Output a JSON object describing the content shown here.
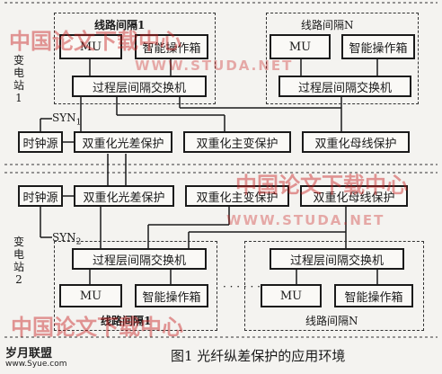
{
  "substation1": {
    "label": "变电站1",
    "bay1": {
      "title": "线路间隔1",
      "mu": "MU",
      "ied": "智能操作箱",
      "switch": "过程层间隔交换机"
    },
    "bayN": {
      "title": "线路间隔N",
      "mu": "MU",
      "ied": "智能操作箱",
      "switch": "过程层间隔交换机"
    },
    "syn": "SYN",
    "syn_sub": "1",
    "clock": "时钟源",
    "prot_line": "双重化光差保护",
    "prot_trans": "双重化主变保护",
    "prot_bus": "双重化母线保护"
  },
  "substation2": {
    "label": "变电站2",
    "clock": "时钟源",
    "prot_line": "双重化光差保护",
    "prot_trans": "双重化主变保护",
    "prot_bus": "双重化母线保护",
    "syn": "SYN",
    "syn_sub": "2",
    "bay1": {
      "title": "线路间隔1",
      "mu": "MU",
      "ied": "智能操作箱",
      "switch": "过程层间隔交换机"
    },
    "bayN": {
      "title": "线路间隔N",
      "mu": "MU",
      "ied": "智能操作箱",
      "switch": "过程层间隔交换机"
    }
  },
  "ellipsis": "· · · · · ·",
  "caption": "图1  光纤纵差保护的应用环境",
  "watermark": {
    "text": "中国论文下载中心",
    "url": "WWW.STUDA.NET",
    "color": "#c81e1e"
  },
  "logo": {
    "name": "岁月联盟",
    "url": "www.Syue.com"
  }
}
